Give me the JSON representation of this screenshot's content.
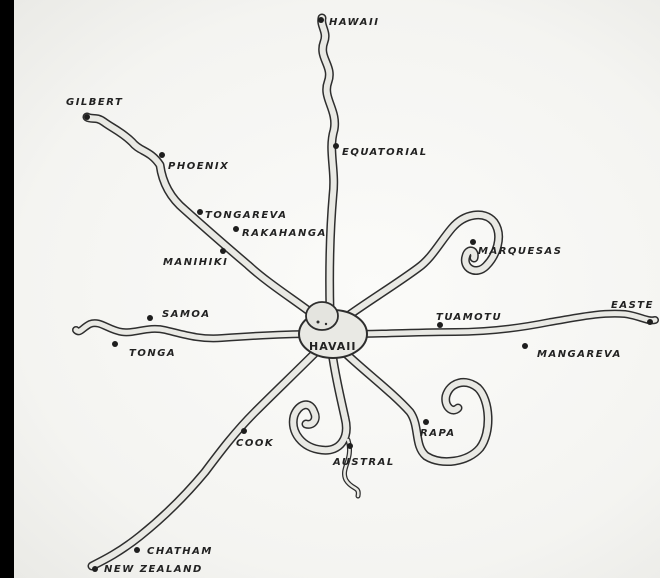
{
  "map": {
    "center_label": "HAVAII",
    "colors": {
      "background": "#000000",
      "paper": "#f6f6f3",
      "ink": "#2a2a2a",
      "arm_fill": "#e9e9e4"
    },
    "places": [
      {
        "id": "hawaii",
        "label": "HAWAII"
      },
      {
        "id": "equatorial",
        "label": "EQUATORIAL"
      },
      {
        "id": "gilbert",
        "label": "GILBERT"
      },
      {
        "id": "phoenix",
        "label": "PHOENIX"
      },
      {
        "id": "tongareva",
        "label": "TONGAREVA"
      },
      {
        "id": "rakahanga",
        "label": "RAKAHANGA"
      },
      {
        "id": "manihiki",
        "label": "MANIHIKI"
      },
      {
        "id": "marquesas",
        "label": "MARQUESAS"
      },
      {
        "id": "samoa",
        "label": "SAMOA"
      },
      {
        "id": "tonga",
        "label": "TONGA"
      },
      {
        "id": "tuamotu",
        "label": "TUAMOTU"
      },
      {
        "id": "easter",
        "label": "EASTE"
      },
      {
        "id": "mangareva",
        "label": "MANGAREVA"
      },
      {
        "id": "rapa",
        "label": "RAPA"
      },
      {
        "id": "cook",
        "label": "COOK"
      },
      {
        "id": "austral",
        "label": "AUSTRAL"
      },
      {
        "id": "chatham",
        "label": "CHATHAM"
      },
      {
        "id": "new_zealand",
        "label": "NEW ZEALAND"
      }
    ]
  }
}
